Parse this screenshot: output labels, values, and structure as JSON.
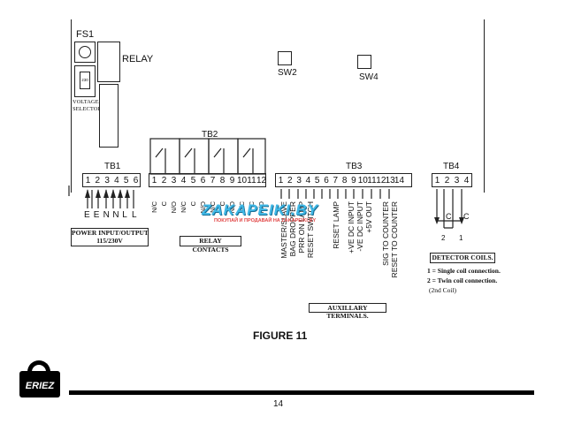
{
  "labels": {
    "fs1": "FS1",
    "relay": "RELAY",
    "voltage_selector": "VOLTAGE\nSELECTOR",
    "selector_value": "230",
    "sw2": "SW2",
    "sw4": "SW4",
    "tb1": "TB1",
    "tb2": "TB2",
    "tb3": "TB3",
    "tb4": "TB4"
  },
  "tb1_numbers": [
    "1",
    "2",
    "3",
    "4",
    "5",
    "6"
  ],
  "tb1_bottom": [
    "E",
    "E",
    "N",
    "N",
    "L",
    "L"
  ],
  "tb2_numbers": [
    "1",
    "2",
    "3",
    "4",
    "5",
    "6",
    "7",
    "8",
    "9",
    "10",
    "11",
    "12"
  ],
  "tb2_bottom": [
    "N/C",
    "C",
    "N/O",
    "N/C",
    "C",
    "N/O",
    "N/C",
    "C",
    "N/O",
    "N/C",
    "C",
    "N/O"
  ],
  "tb3_numbers": [
    "1",
    "2",
    "3",
    "4",
    "5",
    "6",
    "7",
    "8",
    "9",
    "10",
    "11",
    "12",
    "13",
    "14"
  ],
  "tb3_bottom": [
    "MASTER/SLAVE",
    "BAG DROPPER",
    "PRR ON LAMP",
    "RESET SWITCH",
    "RESET LAMP",
    "+VE DC INPUT",
    "-VE DC INPUT",
    "+5V OUT",
    "SIG TO COUNTER",
    "RESET TO COUNTER"
  ],
  "tb4_numbers": [
    "1",
    "2",
    "3",
    "4"
  ],
  "tb4_coils": [
    "C",
    "C"
  ],
  "tb4_legend_nums": [
    "2",
    "1"
  ],
  "captions": {
    "power": "POWER INPUT/OUTPUT\n115/230V",
    "relay_contacts": "RELAY CONTACTS",
    "auxiliary": "AUXILLARY TERMINALS.",
    "detector": "DETECTOR COILS."
  },
  "coil_notes": {
    "single": "1 = Single coil connection.",
    "twin": "2 = Twin coil connection.",
    "twin_sub": "(2nd Coil)"
  },
  "figure_title": "FIGURE 11",
  "watermark": {
    "main": "ZAKAPEIKI.BY",
    "sub": "ПОКУПАЙ И ПРОДАВАЙ НА ZAKAPEIKI.BY"
  },
  "logo_text": "ERIEZ",
  "page_number": "14"
}
